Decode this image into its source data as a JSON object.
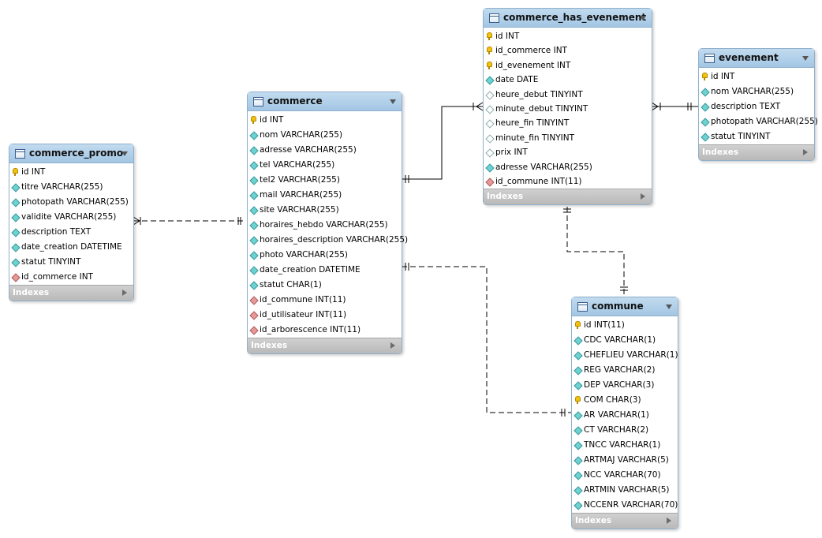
{
  "tables": [
    {
      "id": "commerce_promo",
      "name": "commerce_promo",
      "columns": [
        {
          "text": "id INT",
          "kind": "pk"
        },
        {
          "text": "titre VARCHAR(255)",
          "kind": "col-nn"
        },
        {
          "text": "photopath VARCHAR(255)",
          "kind": "col-nn"
        },
        {
          "text": "validite VARCHAR(255)",
          "kind": "col-nn"
        },
        {
          "text": "description TEXT",
          "kind": "col-nn"
        },
        {
          "text": "date_creation DATETIME",
          "kind": "col-nn"
        },
        {
          "text": "statut TINYINT",
          "kind": "col-nn"
        },
        {
          "text": "id_commerce INT",
          "kind": "fk"
        }
      ],
      "indexes_label": "Indexes"
    },
    {
      "id": "commerce",
      "name": "commerce",
      "columns": [
        {
          "text": "id INT",
          "kind": "pk"
        },
        {
          "text": "nom VARCHAR(255)",
          "kind": "col-nn"
        },
        {
          "text": "adresse VARCHAR(255)",
          "kind": "col-nn"
        },
        {
          "text": "tel VARCHAR(255)",
          "kind": "col-nn"
        },
        {
          "text": "tel2 VARCHAR(255)",
          "kind": "col-nn"
        },
        {
          "text": "mail VARCHAR(255)",
          "kind": "col-nn"
        },
        {
          "text": "site VARCHAR(255)",
          "kind": "col-nn"
        },
        {
          "text": "horaires_hebdo VARCHAR(255)",
          "kind": "col-nn"
        },
        {
          "text": "horaires_description VARCHAR(255)",
          "kind": "col-nn"
        },
        {
          "text": "photo VARCHAR(255)",
          "kind": "col-nn"
        },
        {
          "text": "date_creation DATETIME",
          "kind": "col-nn"
        },
        {
          "text": "statut CHAR(1)",
          "kind": "col-nn"
        },
        {
          "text": "id_commune INT(11)",
          "kind": "fk"
        },
        {
          "text": "id_utilisateur INT(11)",
          "kind": "fk"
        },
        {
          "text": "id_arborescence INT(11)",
          "kind": "fk"
        }
      ],
      "indexes_label": "Indexes"
    },
    {
      "id": "commerce_has_evenement",
      "name": "commerce_has_evenement",
      "columns": [
        {
          "text": "id INT",
          "kind": "pk"
        },
        {
          "text": "id_commerce INT",
          "kind": "pk"
        },
        {
          "text": "id_evenement INT",
          "kind": "pk"
        },
        {
          "text": "date DATE",
          "kind": "col-nn"
        },
        {
          "text": "heure_debut TINYINT",
          "kind": "col-null"
        },
        {
          "text": "minute_debut TINYINT",
          "kind": "col-null"
        },
        {
          "text": "heure_fin TINYINT",
          "kind": "col-null"
        },
        {
          "text": "minute_fin TINYINT",
          "kind": "col-null"
        },
        {
          "text": "prix INT",
          "kind": "col-null"
        },
        {
          "text": "adresse VARCHAR(255)",
          "kind": "col-nn"
        },
        {
          "text": "id_commune INT(11)",
          "kind": "fk"
        }
      ],
      "indexes_label": "Indexes"
    },
    {
      "id": "evenement",
      "name": "evenement",
      "columns": [
        {
          "text": "id INT",
          "kind": "pk"
        },
        {
          "text": "nom VARCHAR(255)",
          "kind": "col-nn"
        },
        {
          "text": "description TEXT",
          "kind": "col-nn"
        },
        {
          "text": "photopath VARCHAR(255)",
          "kind": "col-nn"
        },
        {
          "text": "statut TINYINT",
          "kind": "col-nn"
        }
      ],
      "indexes_label": "Indexes"
    },
    {
      "id": "commune",
      "name": "commune",
      "columns": [
        {
          "text": "id INT(11)",
          "kind": "pk"
        },
        {
          "text": "CDC VARCHAR(1)",
          "kind": "col-nn"
        },
        {
          "text": "CHEFLIEU VARCHAR(1)",
          "kind": "col-nn"
        },
        {
          "text": "REG VARCHAR(2)",
          "kind": "col-nn"
        },
        {
          "text": "DEP VARCHAR(3)",
          "kind": "col-nn"
        },
        {
          "text": "COM CHAR(3)",
          "kind": "pk"
        },
        {
          "text": "AR VARCHAR(1)",
          "kind": "col-nn"
        },
        {
          "text": "CT VARCHAR(2)",
          "kind": "col-nn"
        },
        {
          "text": "TNCC VARCHAR(1)",
          "kind": "col-nn"
        },
        {
          "text": "ARTMAJ VARCHAR(5)",
          "kind": "col-nn"
        },
        {
          "text": "NCC VARCHAR(70)",
          "kind": "col-nn"
        },
        {
          "text": "ARTMIN VARCHAR(5)",
          "kind": "col-nn"
        },
        {
          "text": "NCCENR VARCHAR(70)",
          "kind": "col-nn"
        }
      ],
      "indexes_label": "Indexes"
    }
  ],
  "relations": [
    {
      "from": "commerce_promo",
      "to": "commerce",
      "identifying": false,
      "from_card": "many",
      "to_card": "one"
    },
    {
      "from": "commerce",
      "to": "commerce_has_evenement",
      "identifying": true,
      "from_card": "one",
      "to_card": "many"
    },
    {
      "from": "commerce_has_evenement",
      "to": "evenement",
      "identifying": true,
      "from_card": "many",
      "to_card": "one"
    },
    {
      "from": "commerce_has_evenement",
      "to": "commune",
      "identifying": false,
      "from_card": "one",
      "to_card": "one"
    },
    {
      "from": "commerce",
      "to": "commune",
      "identifying": false,
      "from_card": "one",
      "to_card": "one"
    }
  ],
  "colors": {
    "header": "#a3c6e4",
    "border": "#8fb0cc",
    "pk_key": "#f2c20d",
    "column_icon": "#6fd1d1",
    "fk_icon": "#e59a9a",
    "indexes_bar": "#c0c0c0"
  }
}
